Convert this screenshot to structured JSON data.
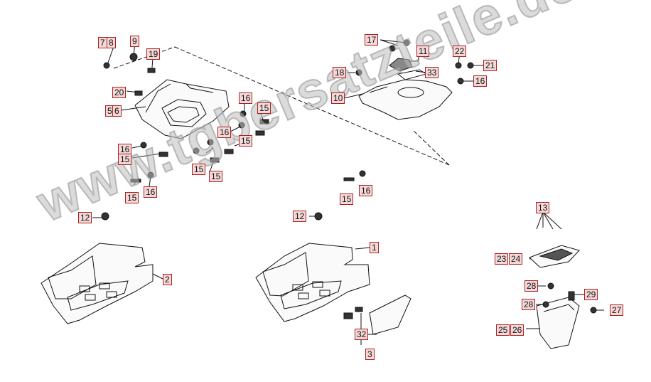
{
  "callouts": {
    "c7": "7",
    "c8": "8",
    "c9": "9",
    "c19": "19",
    "c20": "20",
    "c5": "5",
    "c6": "6",
    "c16a": "16",
    "c15a": "15",
    "c16b": "16",
    "c15b": "15",
    "c16c": "16",
    "c15c": "15",
    "c15d": "15",
    "c15e": "15",
    "c16d": "16",
    "c12a": "12",
    "c2": "2",
    "c17": "17",
    "c11": "11",
    "c33": "33",
    "c18": "18",
    "c10": "10",
    "c22": "22",
    "c21": "21",
    "c16e": "16",
    "c15f": "15",
    "c16f": "16",
    "c12b": "12",
    "c1": "1",
    "c32": "32",
    "c3": "3",
    "c13": "13",
    "c23": "23",
    "c24": "24",
    "c28a": "28",
    "c28b": "28",
    "c29": "29",
    "c27": "27",
    "c25": "25",
    "c26": "26"
  },
  "watermark": "www.tgbersatzteile.de"
}
